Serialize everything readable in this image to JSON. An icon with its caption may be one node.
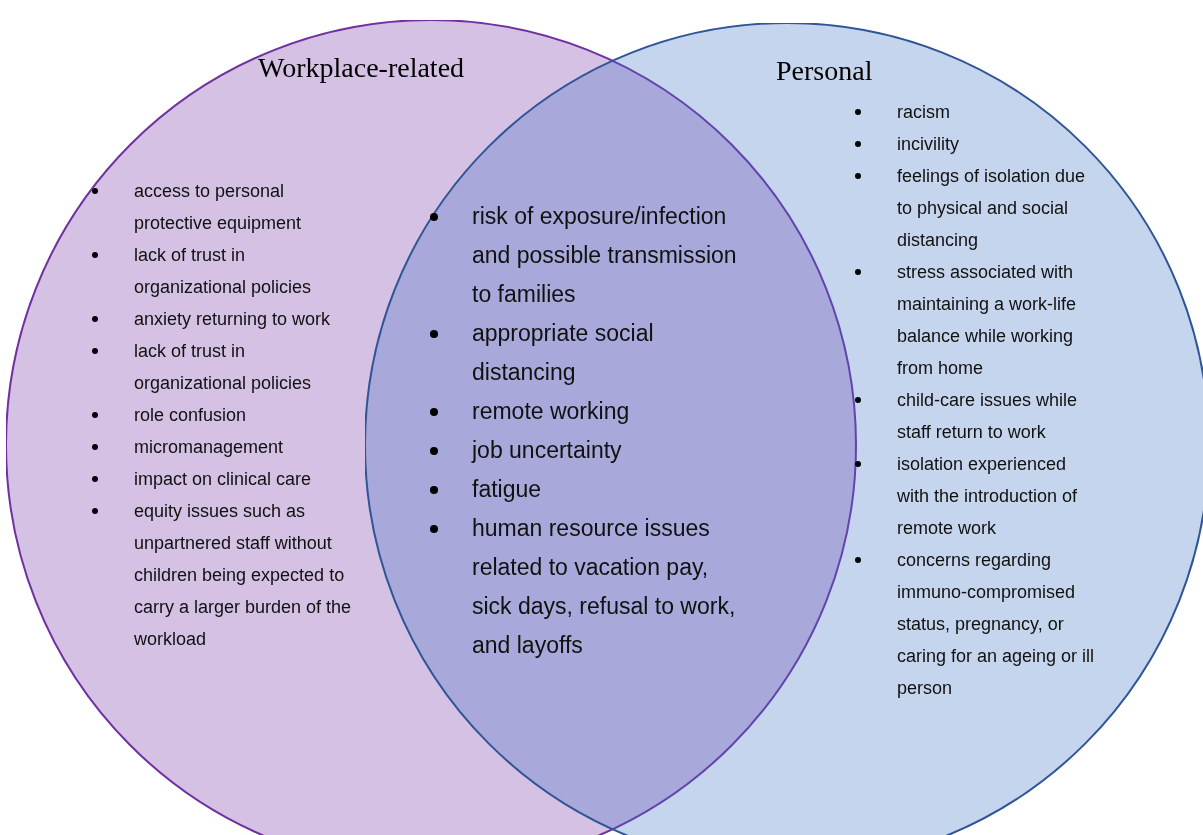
{
  "diagram": {
    "nodes": [
      {
        "text": [
          "Workplace-related",
          "access to personal protective equipment",
          "lack of trust in organizational policies",
          "anxiety returning to work",
          "lack of trust in organizational policies",
          "role confusion",
          "micromanagement",
          "impact on clinical care",
          "equity issues such as unpartnered staff without children being expected to carry a larger burden of the workload"
        ]
      },
      {
        "text": [
          "Personal",
          "racism",
          "incivility",
          "feelings of isolation due to physical and social distancing",
          "stress associated with maintaining a work-life balance while working from home",
          "child-care issues while staff return to work",
          "isolation experienced with the introduction of remote work",
          "concerns regarding immuno-compromised status, pregnancy, or caring for an ageing or ill person"
        ]
      },
      {
        "text": [
          "risk of exposure/infection and possible transmission to families",
          "appropriate social distancing",
          "remote working",
          "job uncertainty",
          "fatigue",
          "human resource issues related to vacation pay, sick days, refusal to work, and layoffs"
        ]
      }
    ]
  }
}
